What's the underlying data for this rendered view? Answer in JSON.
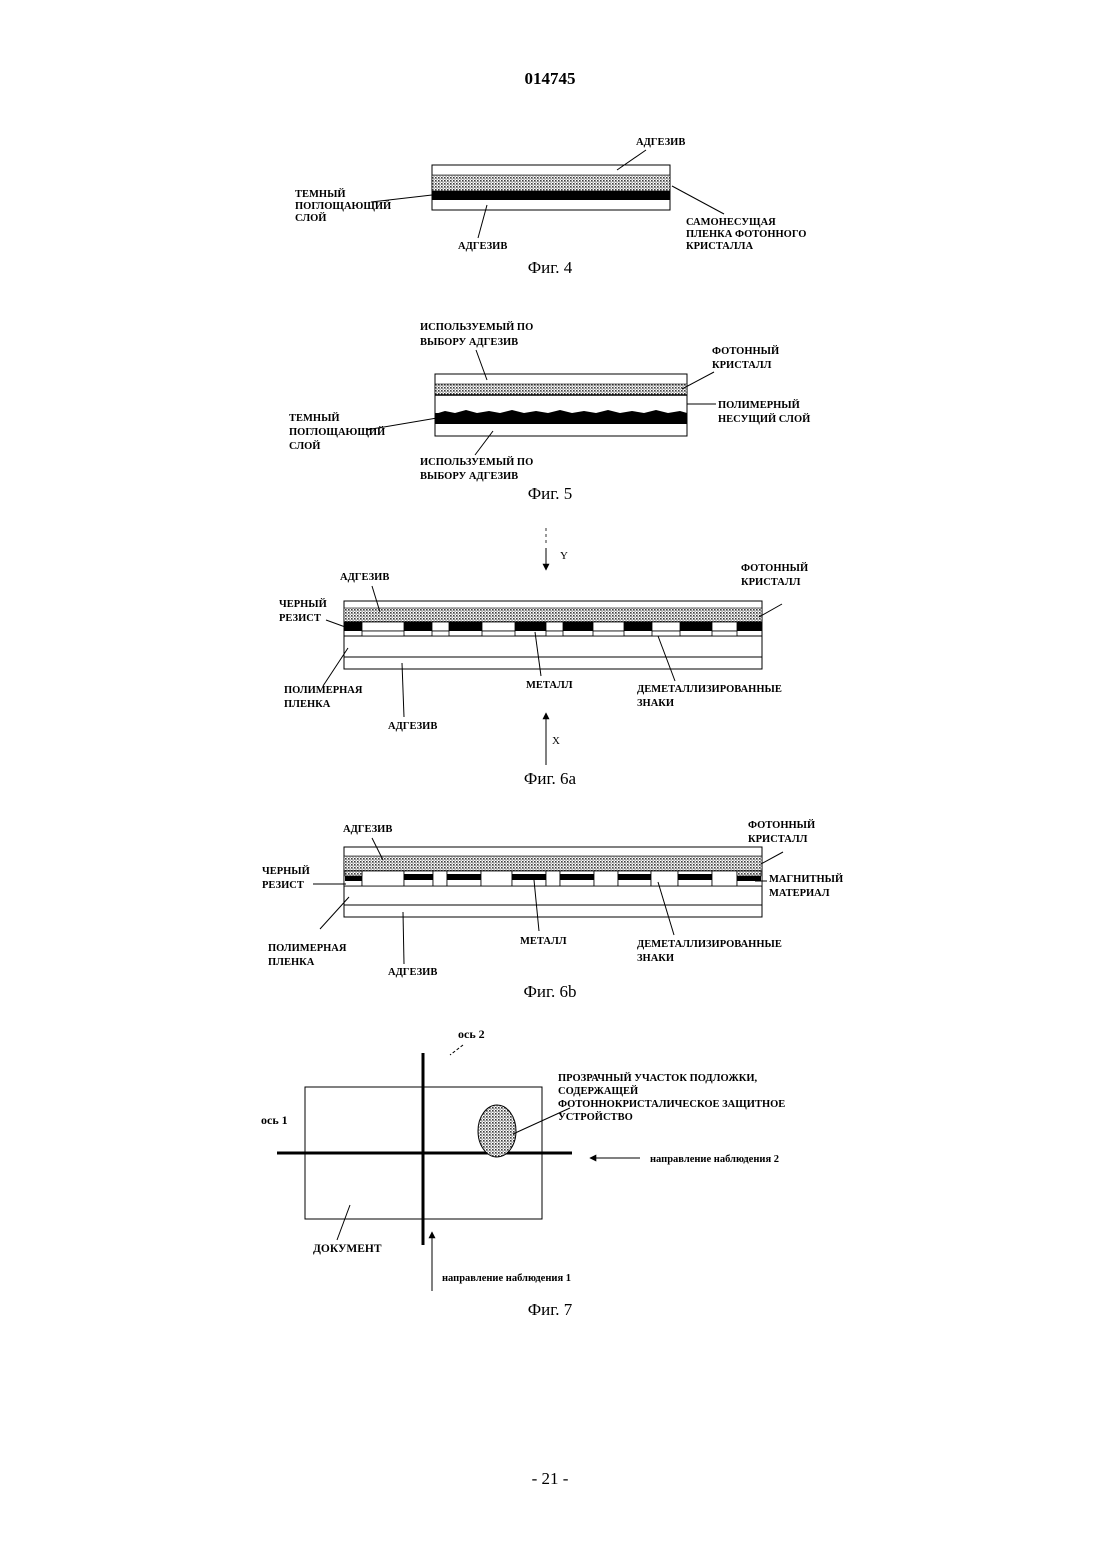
{
  "document_number": "014745",
  "page_number": "- 21 -",
  "fig4": {
    "caption": "Фиг. 4",
    "adhesive_top": "АДГЕЗИВ",
    "dark_layer": [
      "ТЕМНЫЙ",
      "ПОГЛОЩАЮЩИЙ",
      "СЛОЙ"
    ],
    "adhesive_bottom": "АДГЕЗИВ",
    "film": [
      "САМОНЕСУЩАЯ",
      "ПЛЕНКА ФОТОННОГО",
      "КРИСТАЛЛА"
    ]
  },
  "fig5": {
    "caption": "Фиг. 5",
    "optional_adhesive_top": [
      "ИСПОЛЬЗУЕМЫЙ ПО",
      "ВЫБОРУ АДГЕЗИВ"
    ],
    "photonic_crystal": [
      "ФОТОННЫЙ",
      "КРИСТАЛЛ"
    ],
    "carrier": [
      "ПОЛИМЕРНЫЙ",
      "НЕСУЩИЙ СЛОЙ"
    ],
    "dark_layer": [
      "ТЕМНЫЙ",
      "ПОГЛОЩАЮЩИЙ",
      "СЛОЙ"
    ],
    "optional_adhesive_bottom": [
      "ИСПОЛЬЗУЕМЫЙ ПО",
      "ВЫБОРУ АДГЕЗИВ"
    ]
  },
  "fig6a": {
    "caption": "Фиг. 6а",
    "axis_y": "Y",
    "axis_x": "X",
    "adhesive_top": "АДГЕЗИВ",
    "photonic_crystal": [
      "ФОТОННЫЙ",
      "КРИСТАЛЛ"
    ],
    "black_resist": [
      "ЧЕРНЫЙ",
      "РЕЗИСТ"
    ],
    "polymer_film": [
      "ПОЛИМЕРНАЯ",
      "ПЛЕНКА"
    ],
    "metal": "МЕТАЛЛ",
    "demetallized": [
      "ДЕМЕТАЛЛИЗИРОВАННЫЕ",
      "ЗНАКИ"
    ],
    "adhesive_bottom": "АДГЕЗИВ"
  },
  "fig6b": {
    "caption": "Фиг. 6b",
    "adhesive_top": "АДГЕЗИВ",
    "photonic_crystal": [
      "ФОТОННЫЙ",
      "КРИСТАЛЛ"
    ],
    "black_resist": [
      "ЧЕРНЫЙ",
      "РЕЗИСТ"
    ],
    "magnetic": [
      "МАГНИТНЫЙ",
      "МАТЕРИАЛ"
    ],
    "polymer_film": [
      "ПОЛИМЕРНАЯ",
      "ПЛЕНКА"
    ],
    "metal": "МЕТАЛЛ",
    "demetallized": [
      "ДЕМЕТАЛЛИЗИРОВАННЫЕ",
      "ЗНАКИ"
    ],
    "adhesive_bottom": "АДГЕЗИВ"
  },
  "fig7": {
    "caption": "Фиг. 7",
    "axis2": "ось 2",
    "axis1": "ось 1",
    "window": [
      "ПРОЗРАЧНЫЙ УЧАСТОК ПОДЛОЖКИ,",
      "СОДЕРЖАЩЕЙ",
      "ФОТОННОКРИСТАЛИЧЕСКОЕ ЗАЩИТНОЕ",
      "УСТРОЙСТВО"
    ],
    "view2": "направление наблюдения 2",
    "document": "ДОКУМЕНТ",
    "view1": "направление наблюдения 1"
  }
}
